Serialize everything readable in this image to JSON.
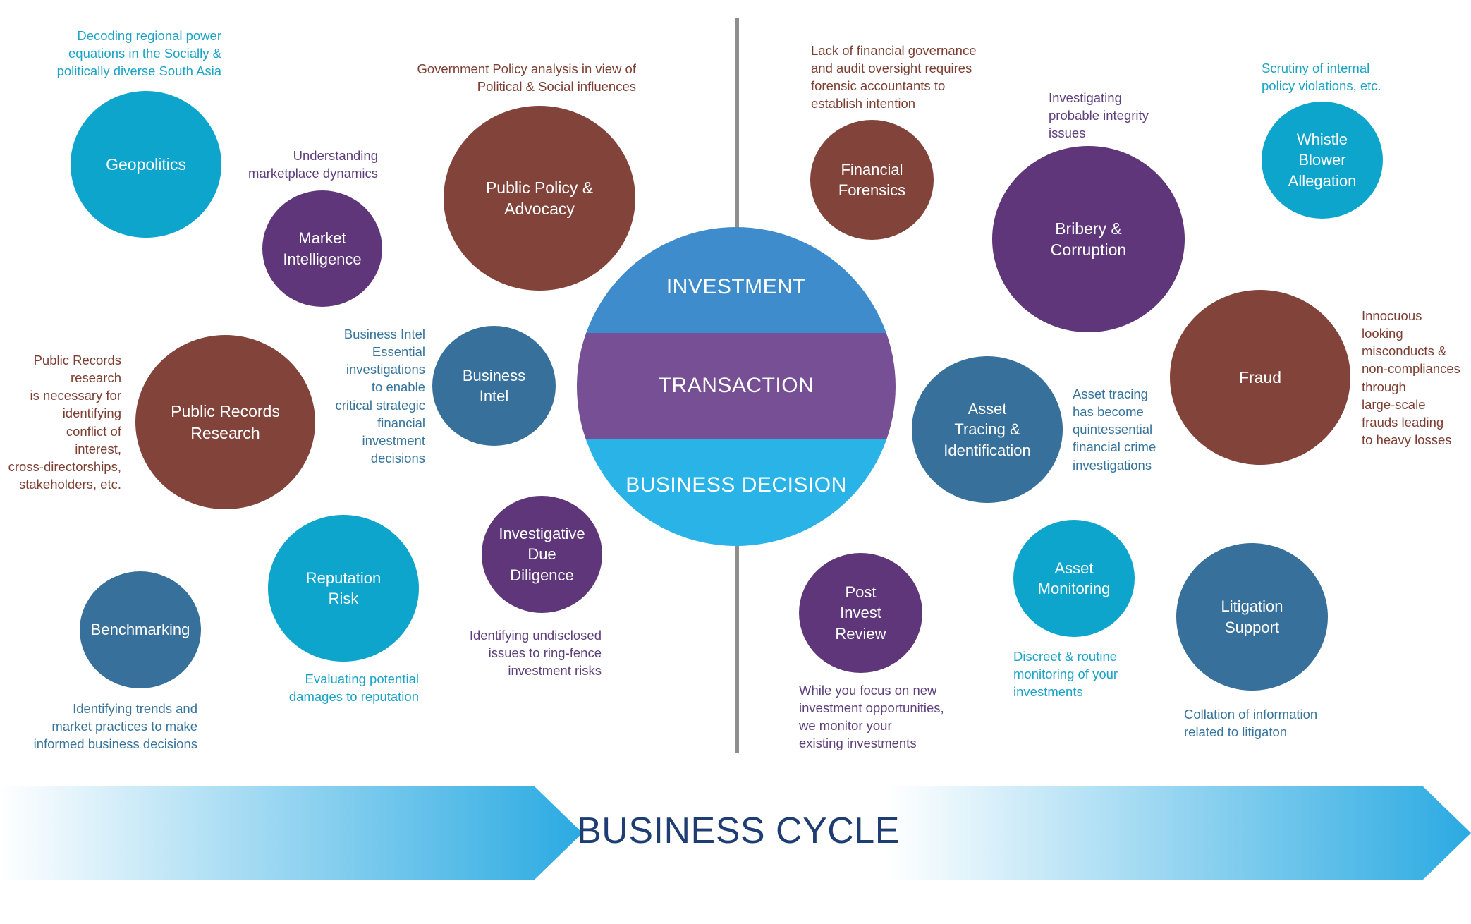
{
  "colors": {
    "teal": "#0ea5cc",
    "brown": "#82443a",
    "purple": "#5e3679",
    "steel": "#36709b",
    "hub_investment": "#3e8ccb",
    "hub_transaction": "#774f94",
    "hub_business_decision": "#29b3e6",
    "cycle_title": "#1d3d73",
    "arrow_gradient_end": "#2aaae2"
  },
  "hub": {
    "investment": "INVESTMENT",
    "transaction": "TRANSACTION",
    "business_decision": "BUSINESS DECISION"
  },
  "cycle": {
    "label": "BUSINESS CYCLE"
  },
  "left_services": {
    "geopolitics": {
      "label": "Geopolitics",
      "note": "Decoding regional power\nequations in the Socially &\npolitically diverse South Asia"
    },
    "market_intelligence": {
      "label": "Market\nIntelligence",
      "note": "Understanding\nmarketplace dynamics"
    },
    "public_policy": {
      "label": "Public Policy &\nAdvocacy",
      "note": "Government Policy analysis in view of\nPolitical & Social influences"
    },
    "public_records": {
      "label": "Public Records\nResearch",
      "note": "Public Records\nresearch\nis necessary for\nidentifying\nconflict of\ninterest,\ncross-directorships,\nstakeholders, etc."
    },
    "business_intel": {
      "label": "Business\nIntel",
      "note": "Business Intel\nEssential\ninvestigations\nto enable\ncritical strategic\nfinancial\ninvestment\ndecisions"
    },
    "benchmarking": {
      "label": "Benchmarking",
      "note": "Identifying trends and\nmarket practices to make\ninformed business decisions"
    },
    "reputation_risk": {
      "label": "Reputation\nRisk",
      "note": "Evaluating potential\ndamages  to reputation"
    },
    "investigative_dd": {
      "label": "Investigative\nDue\nDiligence",
      "note": "Identifying undisclosed\nissues to ring-fence\ninvestment risks"
    }
  },
  "right_services": {
    "financial_forensics": {
      "label": "Financial\nForensics",
      "note": "Lack of financial governance\nand audit oversight requires\nforensic accountants to\nestablish intention"
    },
    "bribery": {
      "label": "Bribery &\nCorruption",
      "note": "Investigating\nprobable integrity\nissues"
    },
    "whistle_blower": {
      "label": "Whistle\nBlower\nAllegation",
      "note": "Scrutiny of internal\npolicy violations, etc."
    },
    "fraud": {
      "label": "Fraud",
      "note": "Innocuous\nlooking\nmisconducts &\nnon-compliances\nthrough\nlarge-scale\nfrauds leading\nto heavy losses"
    },
    "asset_tracing": {
      "label": "Asset\nTracing &\nIdentification",
      "note": "Asset tracing\nhas become\nquintessential\nfinancial crime\ninvestigations"
    },
    "post_invest": {
      "label": "Post\nInvest\nReview",
      "note": "While you focus on new\ninvestment opportunities,\nwe monitor your\nexisting investments"
    },
    "asset_monitoring": {
      "label": "Asset\nMonitoring",
      "note": "Discreet & routine\nmonitoring of your\ninvestments"
    },
    "litigation": {
      "label": "Litigation\nSupport",
      "note": "Collation of information\nrelated to litigaton"
    }
  }
}
